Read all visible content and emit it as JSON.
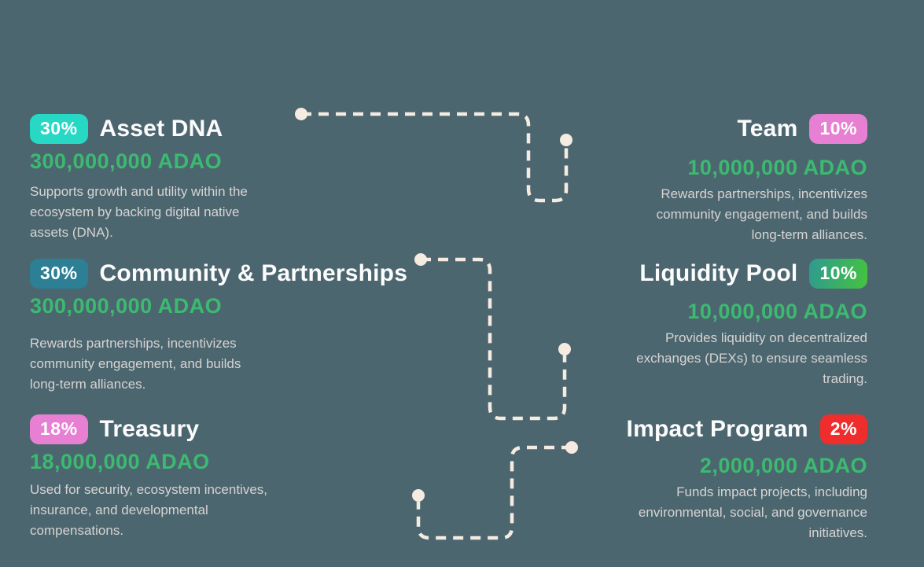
{
  "colors": {
    "background": "#4C6670",
    "amount_green": "#3CBA70",
    "heading_white": "#FCFCFC",
    "description_gray": "#D6D4D1",
    "connector_cream": "#F5EBE0",
    "badge_turquoise": "#27D8C4",
    "badge_teal_blue": "#2C7F95",
    "badge_pink": "#E77FD2",
    "badge_green_gradient": "linear-gradient(100deg, #2E9A90 0%, #45C33E 100%)",
    "badge_red": "#EF2D2D"
  },
  "sections": {
    "left": [
      {
        "percent": "30%",
        "badge_color": "#27D8C4",
        "title": "Asset DNA",
        "amount": "300,000,000 ADAO",
        "description": "Supports growth and utility within the ecosystem by backing digital native assets (DNA)."
      },
      {
        "percent": "30%",
        "badge_color": "#2C7F95",
        "title": "Community & Partnerships",
        "amount": "300,000,000 ADAO",
        "description": "Rewards partnerships, incentivizes community engagement, and builds long-term alliances."
      },
      {
        "percent": "18%",
        "badge_color": "#E77FD2",
        "title": "Treasury",
        "amount": "18,000,000 ADAO",
        "description": "Used for security, ecosystem incentives, insurance, and developmental compensations."
      }
    ],
    "right": [
      {
        "percent": "10%",
        "badge_color": "#E77FD2",
        "title": "Team",
        "amount": "10,000,000 ADAO",
        "description": "Rewards partnerships, incentivizes community engagement, and builds long-term alliances."
      },
      {
        "percent": "10%",
        "badge_color": "linear-gradient(100deg, #2E9A90 0%, #45C33E 100%)",
        "title": "Liquidity Pool",
        "amount": "10,000,000 ADAO",
        "description": "Provides liquidity on decentralized exchanges (DEXs) to ensure seamless trading."
      },
      {
        "percent": "2%",
        "badge_color": "#EF2D2D",
        "title": "Impact Program",
        "amount": "2,000,000 ADAO",
        "description": "Funds impact projects, including environmental, social, and governance initiatives."
      }
    ]
  }
}
